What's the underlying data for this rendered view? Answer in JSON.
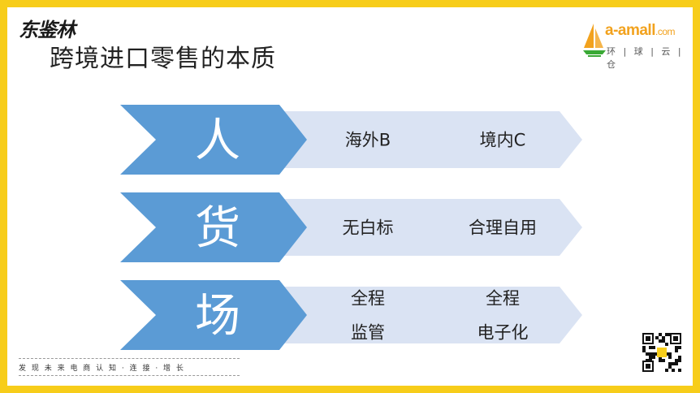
{
  "header": {
    "brand_name": "东鉴林",
    "title": "跨境进口零售的本质",
    "logo": {
      "main": "a-amall",
      "suffix": ".com",
      "subtitle": "环 | 球 | 云 | 仓"
    }
  },
  "rows": [
    {
      "head": "人",
      "items": [
        "海外B",
        "境内C"
      ]
    },
    {
      "head": "货",
      "items": [
        "无白标",
        "合理自用"
      ]
    },
    {
      "head": "场",
      "items": [
        "全程\n监管",
        "全程\n电子化"
      ]
    }
  ],
  "footer": {
    "slogan": "发 现 未 来 电 商   认 知 · 连 接 · 增 长"
  },
  "colors": {
    "frame": "#F7CD1A",
    "head_chevron": "#5B9BD5",
    "light_chevron": "#DAE3F3",
    "logo_orange": "#F2A21E",
    "logo_green": "#3AA935"
  }
}
